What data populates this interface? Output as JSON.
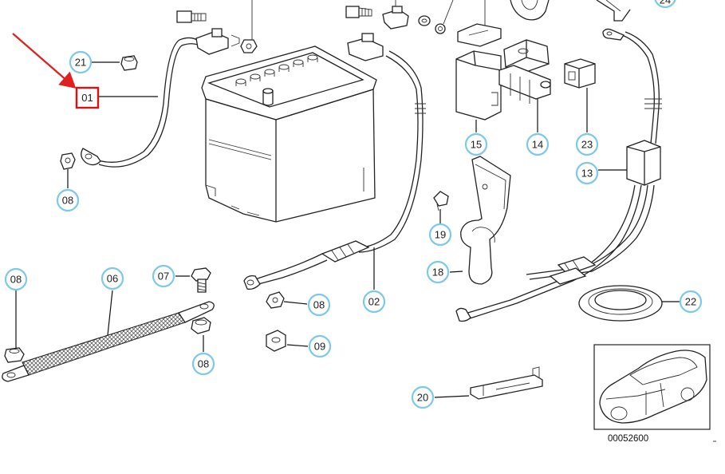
{
  "diagram": {
    "highlighted_part": "01",
    "reference_number": "00052600",
    "callouts": [
      {
        "id": "c21",
        "label": "21"
      },
      {
        "id": "c08a",
        "label": "08"
      },
      {
        "id": "c15",
        "label": "15"
      },
      {
        "id": "c14",
        "label": "14"
      },
      {
        "id": "c23",
        "label": "23"
      },
      {
        "id": "c13",
        "label": "13"
      },
      {
        "id": "c19",
        "label": "19"
      },
      {
        "id": "c18",
        "label": "18"
      },
      {
        "id": "c08b",
        "label": "08"
      },
      {
        "id": "c06",
        "label": "06"
      },
      {
        "id": "c07",
        "label": "07"
      },
      {
        "id": "c08c",
        "label": "08"
      },
      {
        "id": "c08d",
        "label": "08"
      },
      {
        "id": "c09",
        "label": "09"
      },
      {
        "id": "c02",
        "label": "02"
      },
      {
        "id": "c22",
        "label": "22"
      },
      {
        "id": "c20",
        "label": "20"
      },
      {
        "id": "c24",
        "label": "24"
      }
    ]
  }
}
